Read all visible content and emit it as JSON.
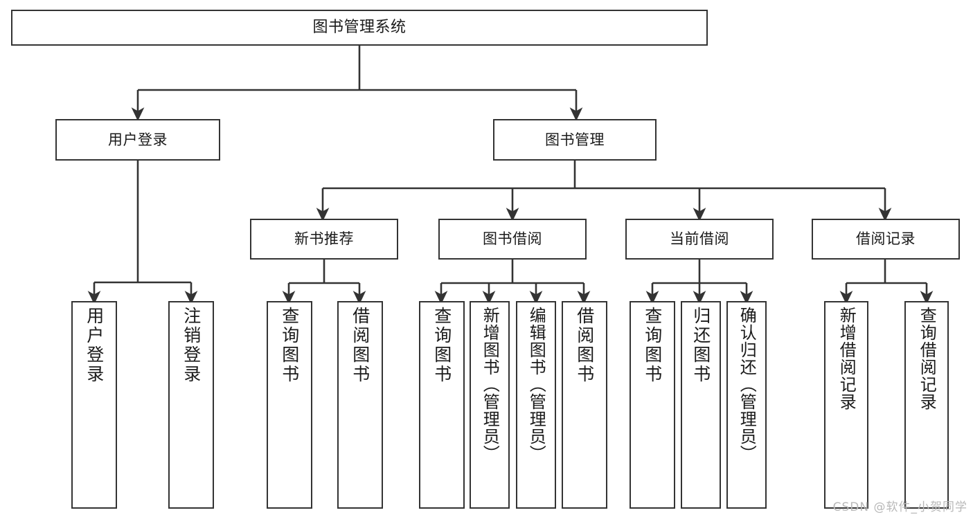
{
  "diagram": {
    "type": "tree-hierarchy-chart",
    "title": "图书管理系统",
    "orientation": "top-down",
    "colors": {
      "background": "#ffffff",
      "stroke": "#333333",
      "node_fill": "#ffffff",
      "text": "#1a1a1a",
      "watermark": "#b8b8b8"
    },
    "levels": [
      {
        "level": 1,
        "nodes": [
          {
            "id": "root",
            "label": "图书管理系统",
            "text_orientation": "horizontal"
          }
        ]
      },
      {
        "level": 2,
        "nodes": [
          {
            "id": "user-login",
            "label": "用户登录",
            "text_orientation": "horizontal"
          },
          {
            "id": "book-manage",
            "label": "图书管理",
            "text_orientation": "horizontal"
          }
        ]
      },
      {
        "level": 3,
        "nodes": [
          {
            "id": "new-book-rec",
            "label": "新书推荐",
            "text_orientation": "horizontal"
          },
          {
            "id": "book-borrow",
            "label": "图书借阅",
            "text_orientation": "horizontal"
          },
          {
            "id": "current-borrow",
            "label": "当前借阅",
            "text_orientation": "horizontal"
          },
          {
            "id": "borrow-record",
            "label": "借阅记录",
            "text_orientation": "horizontal"
          }
        ]
      },
      {
        "level": 4,
        "nodes": [
          {
            "id": "leaf-1",
            "label": "用户登录",
            "parent": "user-login",
            "text_orientation": "vertical"
          },
          {
            "id": "leaf-2",
            "label": "注销登录",
            "parent": "user-login",
            "text_orientation": "vertical"
          },
          {
            "id": "leaf-3",
            "label": "查询图书",
            "parent": "new-book-rec",
            "text_orientation": "vertical"
          },
          {
            "id": "leaf-4",
            "label": "借阅图书",
            "parent": "new-book-rec",
            "text_orientation": "vertical"
          },
          {
            "id": "leaf-5",
            "label": "查询图书",
            "parent": "book-borrow",
            "text_orientation": "vertical"
          },
          {
            "id": "leaf-6",
            "label": "新增图书（管理员）",
            "parent": "book-borrow",
            "text_orientation": "vertical"
          },
          {
            "id": "leaf-7",
            "label": "编辑图书（管理员）",
            "parent": "book-borrow",
            "text_orientation": "vertical"
          },
          {
            "id": "leaf-8",
            "label": "借阅图书",
            "parent": "book-borrow",
            "text_orientation": "vertical"
          },
          {
            "id": "leaf-9",
            "label": "查询图书",
            "parent": "current-borrow",
            "text_orientation": "vertical"
          },
          {
            "id": "leaf-10",
            "label": "归还图书",
            "parent": "current-borrow",
            "text_orientation": "vertical"
          },
          {
            "id": "leaf-11",
            "label": "确认归还（管理员）",
            "parent": "current-borrow",
            "text_orientation": "vertical"
          },
          {
            "id": "leaf-12",
            "label": "新增借阅记录",
            "parent": "borrow-record",
            "text_orientation": "vertical"
          },
          {
            "id": "leaf-13",
            "label": "查询借阅记录",
            "parent": "borrow-record",
            "text_orientation": "vertical"
          }
        ]
      }
    ]
  },
  "watermark": {
    "text": "CSDN @软件_小贺同学"
  }
}
